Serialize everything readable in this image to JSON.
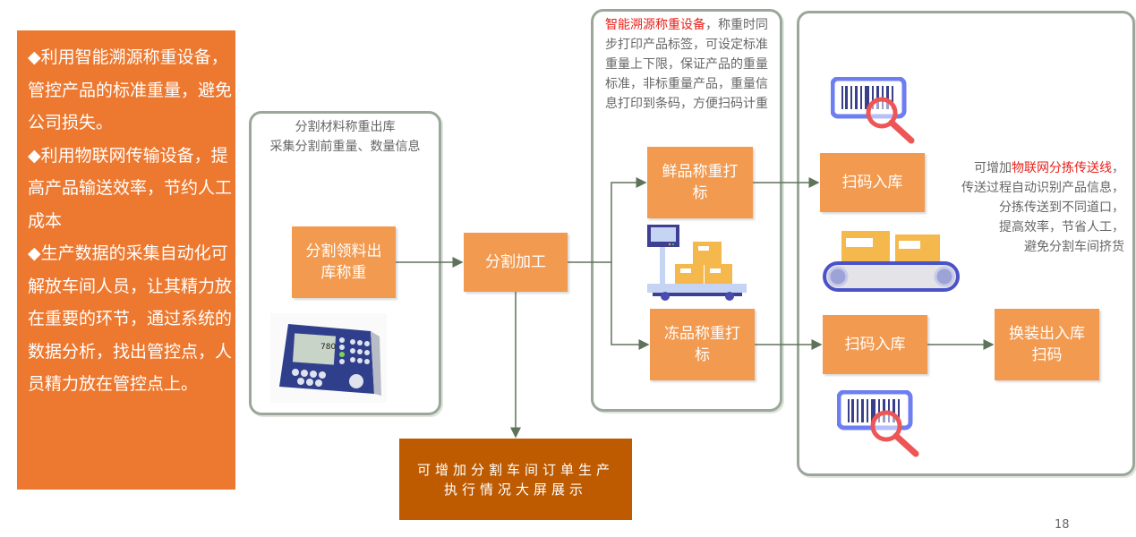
{
  "sidebar": {
    "points": [
      "◆利用智能溯源称重设备，管控产品的标准重量，避免公司损失。",
      "◆利用物联网传输设备，提高产品输送效率，节约人工成本",
      "◆生产数据的采集自动化可解放车间人员，让其精力放在重要的环节，通过系统的数据分析，找出管控点，人员精力放在管控点上。"
    ]
  },
  "panel_left": {
    "title_line1": "分割材料称重出库",
    "title_line2": "采集分割前重量、数量信息",
    "process": "分割领料出库称重",
    "image": "weighing-terminal"
  },
  "center": {
    "process": "分割加工",
    "bottom_box": "可增加分割车间订单生产执行情况大屏展示"
  },
  "panel_middle": {
    "note_highlight": "智能溯源称重设备",
    "note_rest": "，称重时同步打印产品标签，可设定标准重量上下限，保证产品的重量标准，非标重量产品，重量信息打印到条码，方便扫码计重",
    "process_fresh": "鲜品称重打标",
    "process_frozen": "冻品称重打标",
    "image": "platform-scale"
  },
  "panel_right": {
    "scan_in_top": "扫码入库",
    "scan_in_bottom": "扫码入库",
    "repack": "换装出入库扫码",
    "note_prefix": "可增加",
    "note_highlight": "物联网分拣传送线",
    "note_lines": [
      "，",
      "传送过程自动识别产品信息，",
      "分拣传送到不同道口，",
      "提高效率，节省人工，",
      "避免分割车间挤货"
    ],
    "images": [
      "barcode-scan",
      "conveyor-belt",
      "barcode-scan"
    ]
  },
  "page_number": "18",
  "colors": {
    "sidebar": "#ED7930",
    "process": "#F29A50",
    "big_box": "#BE5B00",
    "highlight": "#E8221B",
    "connector": "#5E7359"
  }
}
